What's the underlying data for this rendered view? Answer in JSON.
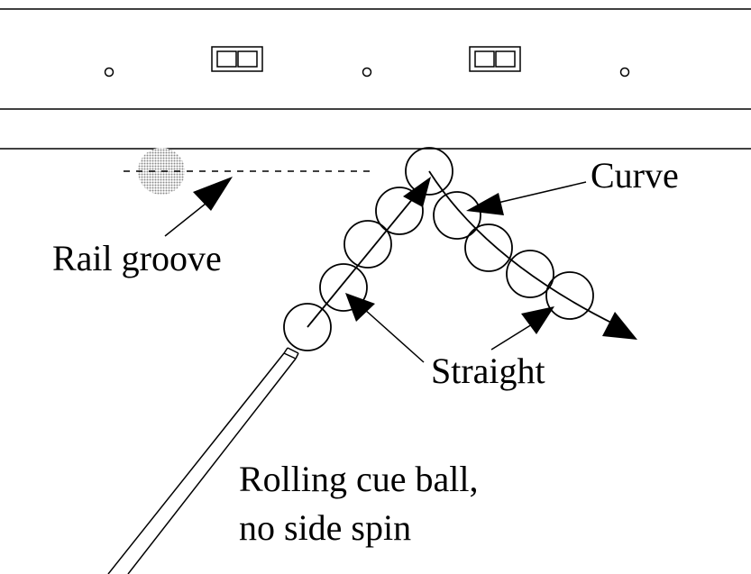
{
  "labels": {
    "curve": "Curve",
    "rail_groove": "Rail groove",
    "straight": "Straight",
    "rolling_line1": "Rolling cue ball,",
    "rolling_line2": "no side spin"
  },
  "colors": {
    "ink": "#000000",
    "background": "#ffffff",
    "groove_ball": "#b0b0b0"
  },
  "icons": {
    "diamond": "double-rectangle-diamond",
    "sight": "small-circle-sight",
    "arrowhead": "filled-triangle-arrowhead"
  }
}
